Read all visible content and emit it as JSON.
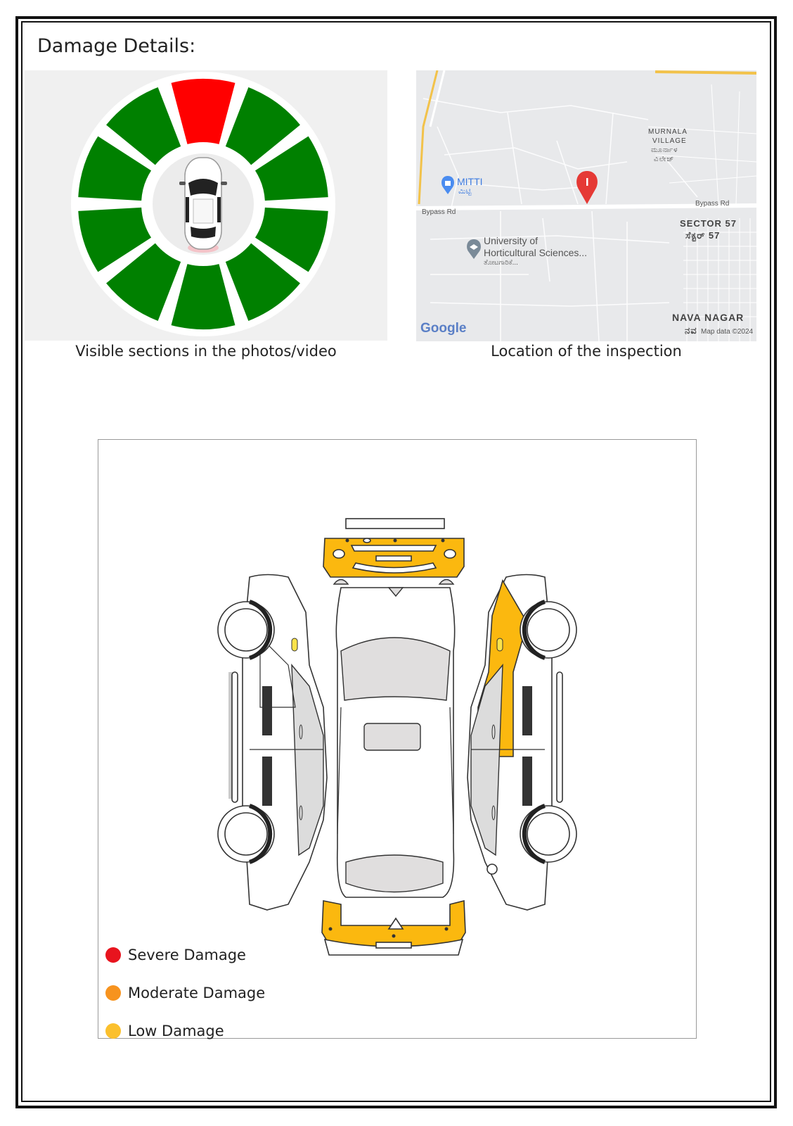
{
  "page": {
    "title": "Damage Details:"
  },
  "wheel": {
    "caption": "Visible sections in the photos/video",
    "segments": [
      {
        "section": "front",
        "status": "severe",
        "color": "#ff0000"
      },
      {
        "section": "front-right",
        "status": "visible",
        "color": "#008000"
      },
      {
        "section": "right-front",
        "status": "visible",
        "color": "#008000"
      },
      {
        "section": "right-rear",
        "status": "visible",
        "color": "#008000"
      },
      {
        "section": "rear-right",
        "status": "visible",
        "color": "#008000"
      },
      {
        "section": "rear",
        "status": "visible",
        "color": "#008000"
      },
      {
        "section": "rear-left",
        "status": "visible",
        "color": "#008000"
      },
      {
        "section": "left-rear",
        "status": "visible",
        "color": "#008000"
      },
      {
        "section": "left-front",
        "status": "visible",
        "color": "#008000"
      },
      {
        "section": "front-left",
        "status": "visible",
        "color": "#008000"
      }
    ],
    "center_icon": "car-top-view-icon"
  },
  "map": {
    "caption": "Location of the inspection",
    "labels": {
      "mitti": "MITTI",
      "mitti_local": "ಮಿಟ್ಟಿ",
      "bypass_left": "Bypass Rd",
      "bypass_right": "Bypass Rd",
      "murnala_1": "MURNALA",
      "murnala_2": "VILLAGE",
      "murnala_local_1": "ಮೂರ್ನಾಳ",
      "murnala_local_2": "ವಿಲೇಜ್",
      "sector": "SECTOR 57",
      "sector_local": "ಸೆಕ್ಟರ್ 57",
      "university_1": "University of",
      "university_2": "Horticultural Sciences...",
      "university_local": "ತೋಟಗಾರಿಕೆ...",
      "nava_nagar": "NAVA NAGAR",
      "nava_local": "ನವ",
      "map_data": "Map data ©2024",
      "google": "Google"
    },
    "marker_icon": "location-pin-icon",
    "marker_color": "#e53935"
  },
  "legend": {
    "items": [
      {
        "label": "Severe Damage",
        "color": "#e8141e"
      },
      {
        "label": "Moderate Damage",
        "color": "#f7931e"
      },
      {
        "label": "Low Damage",
        "color": "#fbc02d"
      }
    ]
  },
  "diagram": {
    "damage_color": "#fbb80f",
    "damaged_panels": [
      "front-bumper",
      "rear-bumper",
      "right-front-fender",
      "right-front-door"
    ]
  }
}
